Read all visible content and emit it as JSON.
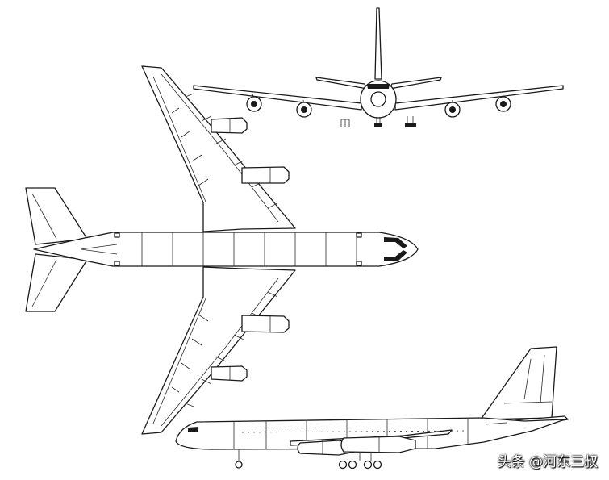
{
  "watermark": {
    "text": "头条 @河东三叔"
  },
  "views": [
    "front-view",
    "top-view",
    "side-view"
  ],
  "colors": {
    "line": "#1a1a1a",
    "background": "#ffffff"
  }
}
